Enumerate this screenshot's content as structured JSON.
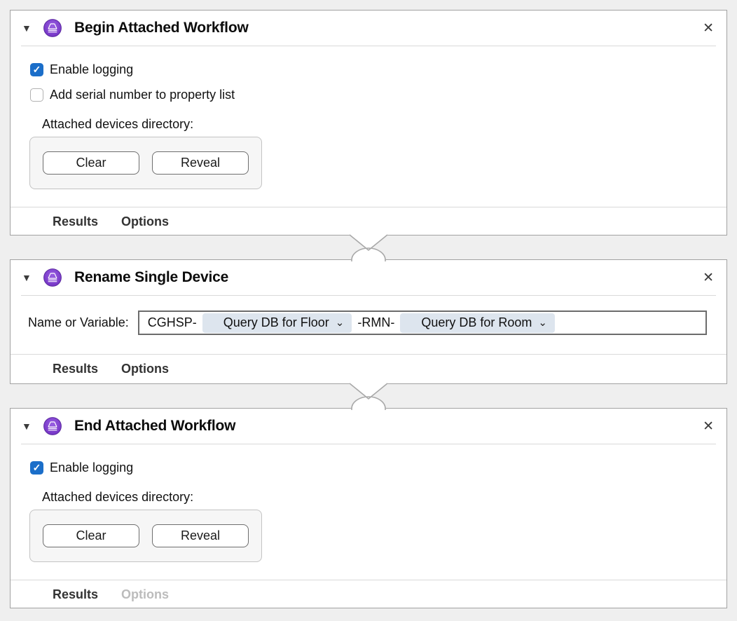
{
  "icons": {
    "disclosure": "▼",
    "close": "✕",
    "checkmark": "✓",
    "chevron": "⌄"
  },
  "colors": {
    "checkbox_blue": "#1b6ec9",
    "icon_purple": "#7a3bd0",
    "token_bg": "#dde5ee"
  },
  "blocks": [
    {
      "title": "Begin Attached Workflow",
      "checkboxes": [
        {
          "label": "Enable logging",
          "checked": true
        },
        {
          "label": "Add serial number to property list",
          "checked": false
        }
      ],
      "directory_label": "Attached devices directory:",
      "clear_button": "Clear",
      "reveal_button": "Reveal",
      "footer": {
        "results": "Results",
        "options": "Options"
      }
    },
    {
      "title": "Rename Single Device",
      "field_label": "Name or Variable:",
      "segments": [
        {
          "type": "text",
          "text": "CGHSP-"
        },
        {
          "type": "variable",
          "text": "Query DB for Floor"
        },
        {
          "type": "text",
          "text": "-RMN-"
        },
        {
          "type": "variable",
          "text": "Query DB for Room"
        }
      ],
      "footer": {
        "results": "Results",
        "options": "Options"
      }
    },
    {
      "title": "End Attached Workflow",
      "checkboxes": [
        {
          "label": "Enable logging",
          "checked": true
        }
      ],
      "directory_label": "Attached devices directory:",
      "clear_button": "Clear",
      "reveal_button": "Reveal",
      "footer": {
        "results": "Results",
        "options": "Options",
        "options_disabled": true
      }
    }
  ]
}
